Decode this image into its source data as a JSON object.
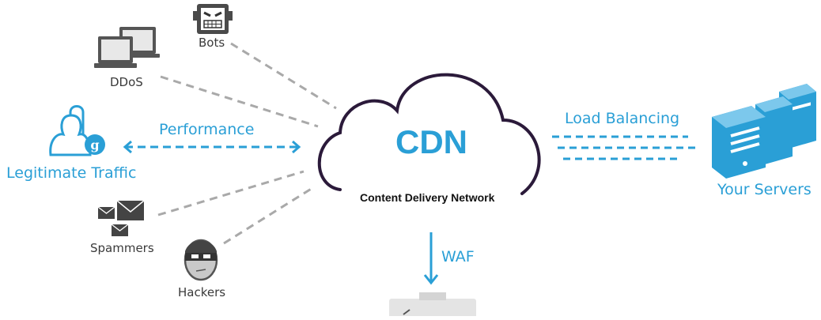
{
  "cloud": {
    "title": "CDN",
    "subtitle": "Content Delivery Network"
  },
  "threats": {
    "bots": "Bots",
    "ddos": "DDoS",
    "spammers": "Spammers",
    "hackers": "Hackers"
  },
  "traffic": {
    "performance": "Performance",
    "legitimate": "Legitimate Traffic"
  },
  "servers": {
    "load_balancing": "Load Balancing",
    "label": "Your Servers"
  },
  "waf": {
    "label": "WAF"
  },
  "colors": {
    "blue": "#2a9fd6",
    "cloud_outline": "#2b1a3a",
    "dash_gray": "#a9a9a9",
    "icon_gray": "#555555"
  }
}
